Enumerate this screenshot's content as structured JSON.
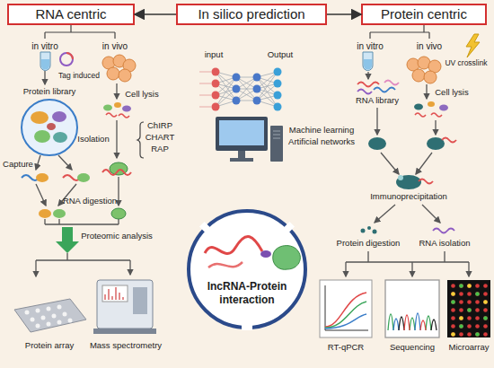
{
  "diagram": {
    "nodes": [
      {
        "text": [
          "RNA centric"
        ]
      },
      {
        "text": [
          "In silico prediction"
        ]
      },
      {
        "text": [
          "Protein centric"
        ]
      },
      {
        "text": [
          "lncRNA-Protein interaction"
        ]
      }
    ],
    "edges": [
      {
        "from": 1,
        "to": 0,
        "arrow": "to"
      },
      {
        "from": 1,
        "to": 2,
        "arrow": "to"
      }
    ],
    "labels": [
      "in vitro",
      "in vivo",
      "Tag induced",
      "Protein library",
      "Cell lysis",
      "Capture",
      "Isolation",
      "ChIRP",
      "CHART",
      "RAP",
      "RNA digestion",
      "Proteomic analysis",
      "Protein array",
      "Mass spectrometry",
      "input",
      "Output",
      "Machine learning",
      "Artificial networks",
      "in vitro",
      "in vivo",
      "UV crosslink",
      "RNA library",
      "Cell lysis",
      "Immunoprecipitation",
      "Protein digestion",
      "RNA isolation",
      "RT-qPCR",
      "Sequencing",
      "Microarray"
    ]
  }
}
